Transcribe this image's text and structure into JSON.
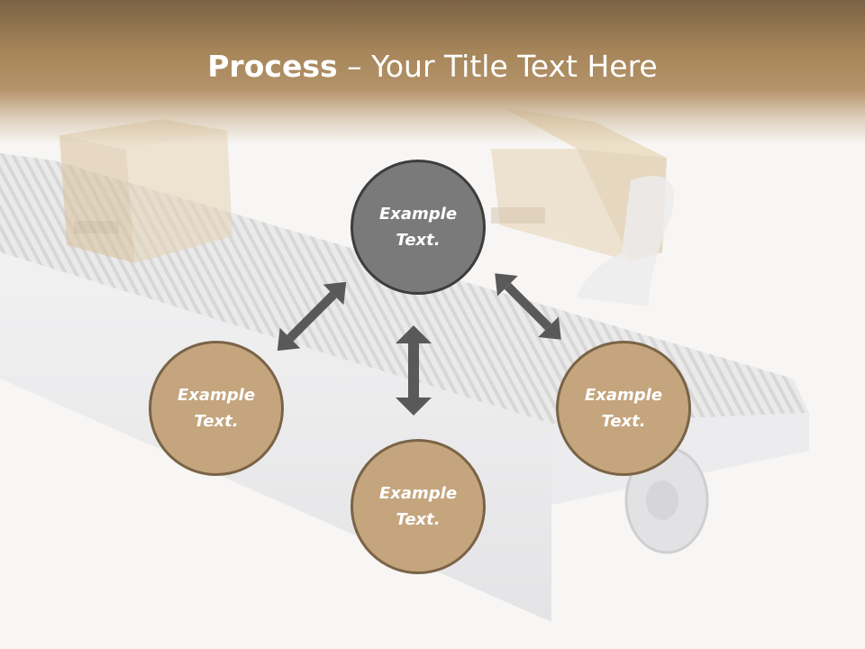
{
  "slide": {
    "title_bold": "Process",
    "title_rest": " – Your Title Text Here"
  },
  "nodes": {
    "top": "Example\nText.",
    "left": "Example\nText.",
    "bottom": "Example\nText.",
    "right": "Example\nText."
  },
  "colors": {
    "title_band": "#a58559",
    "node_fill": "#c4a57e",
    "node_border": "#7a6346",
    "top_node_fill": "#7a7a7a",
    "top_node_border": "#3d3d3d",
    "arrow": "#595959"
  }
}
